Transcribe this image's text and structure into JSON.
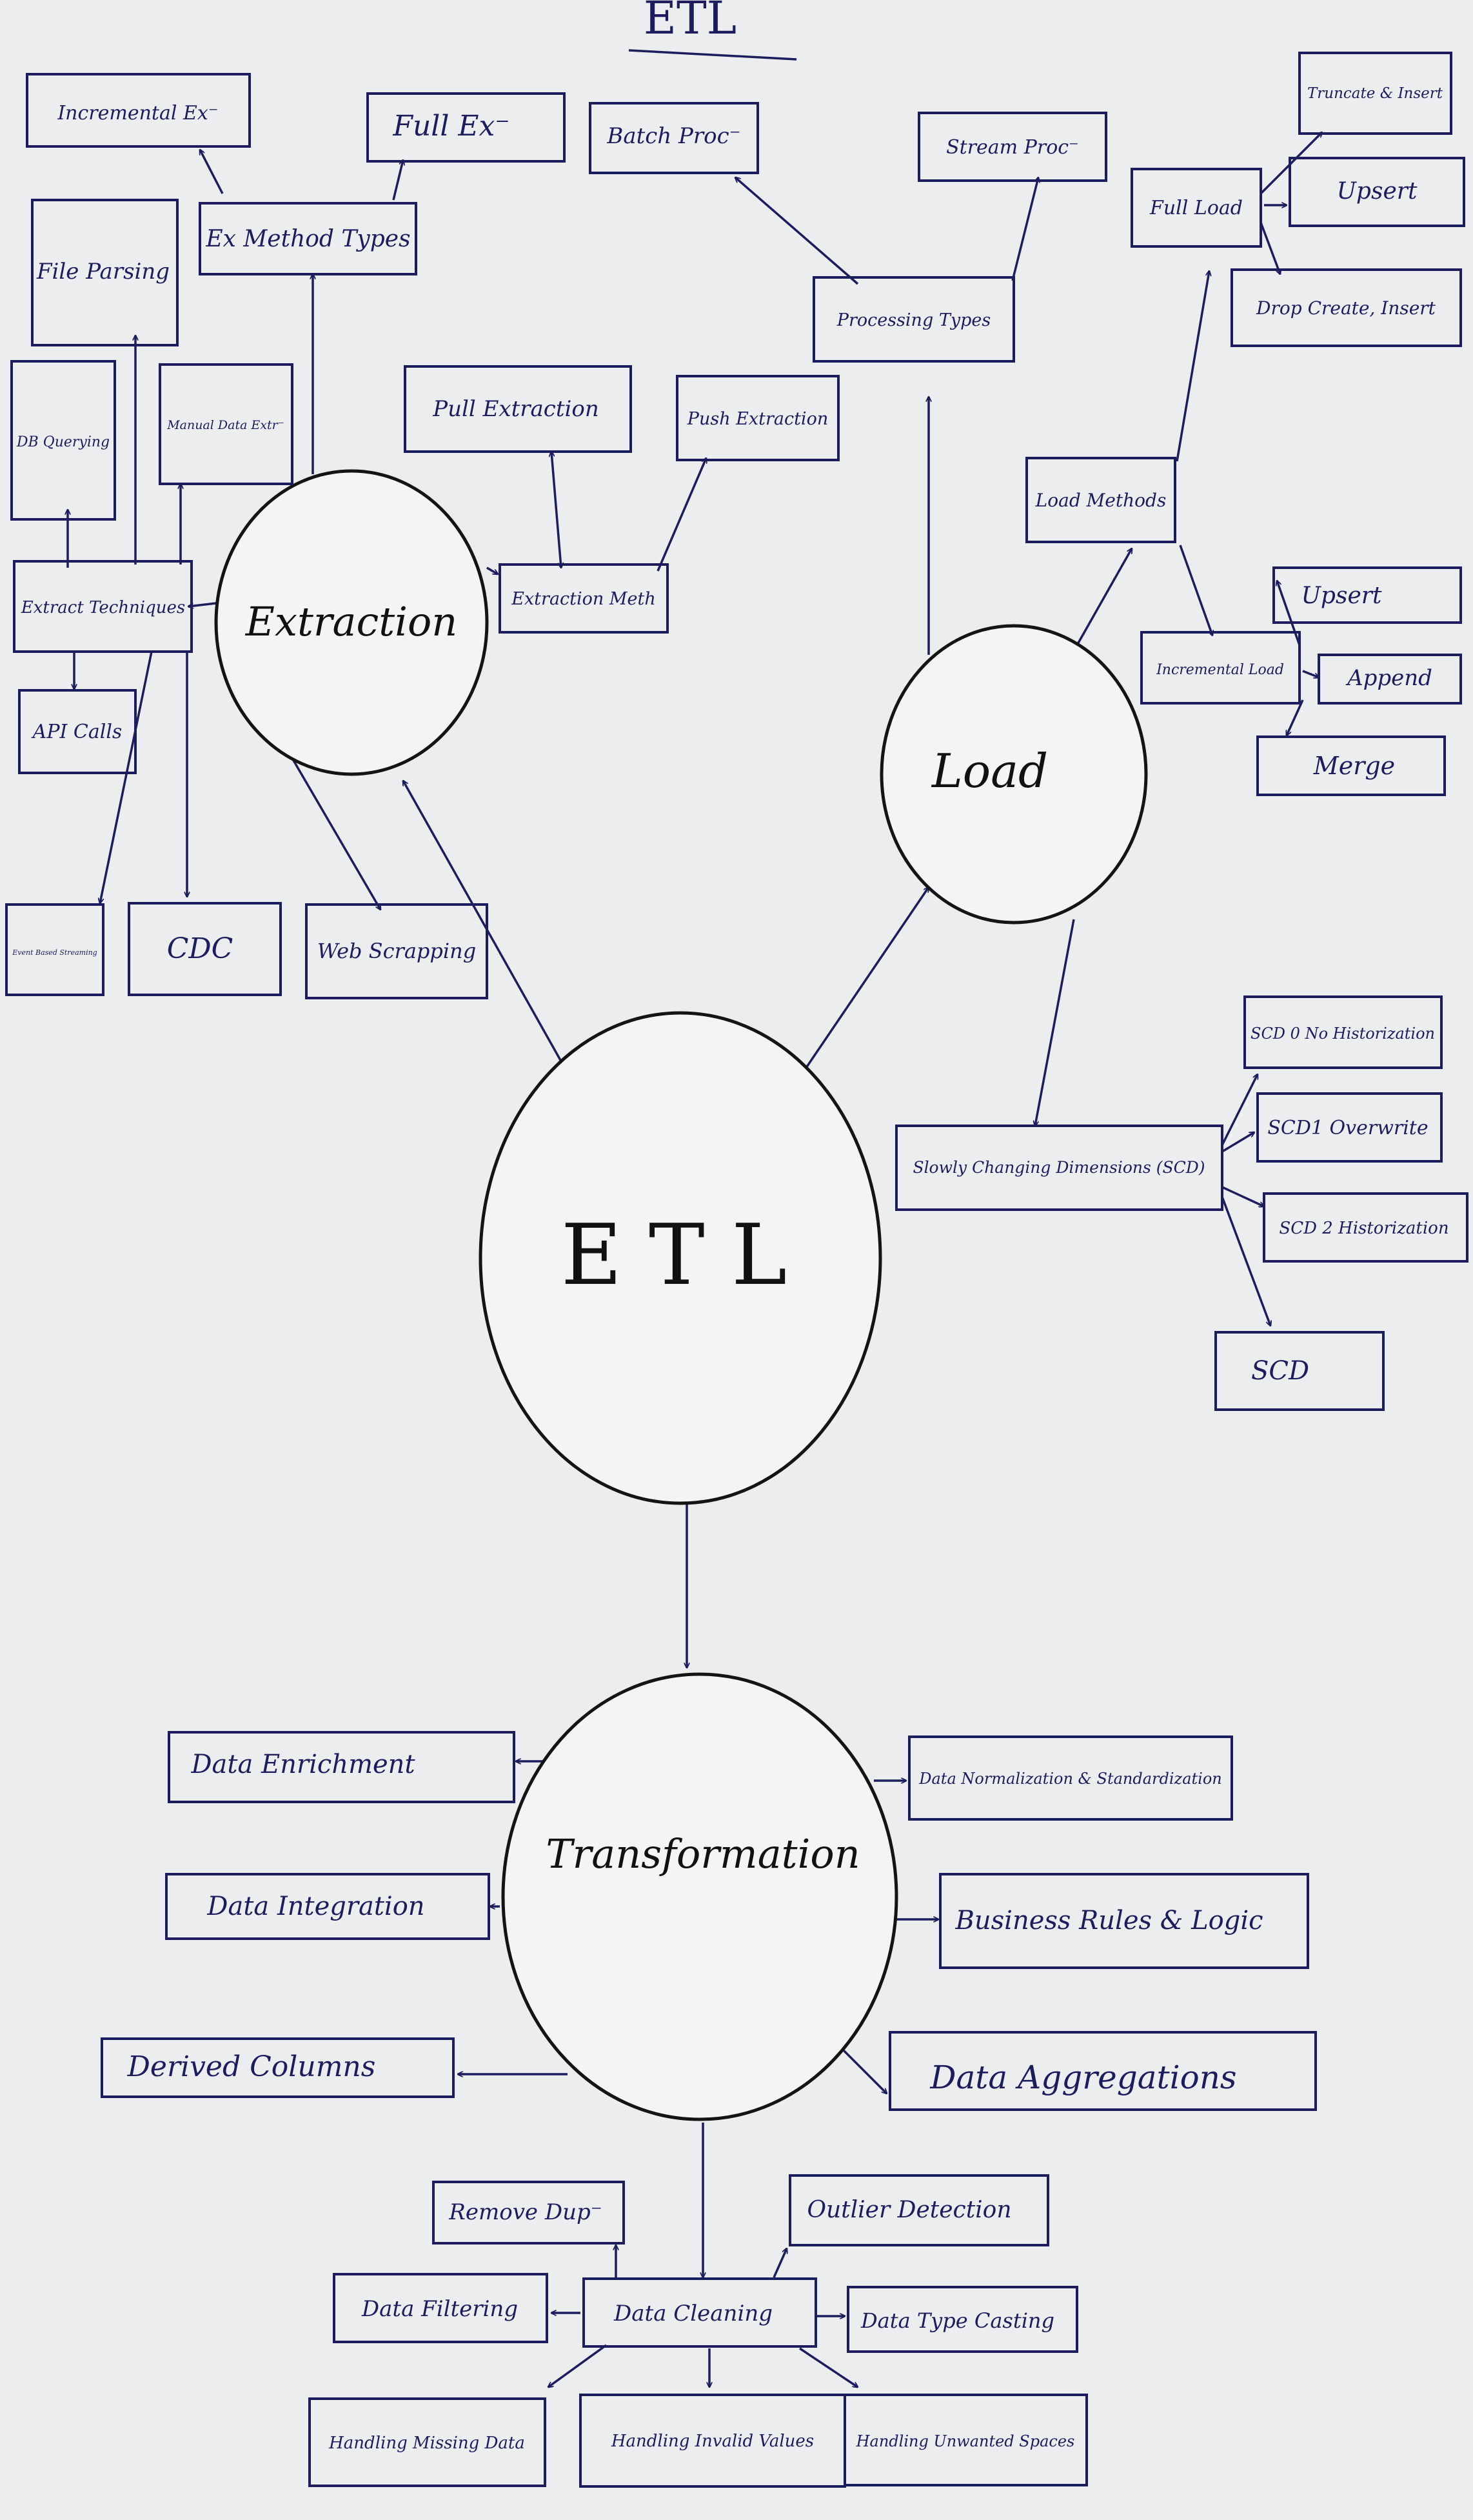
{
  "title": "ETL",
  "nodes": {
    "etl": "E T L",
    "extraction": "Extraction",
    "load": "Load",
    "transformation": "Transformation",
    "incremental_ex": "Incremental Ex⁻",
    "full_ex": "Full Ex⁻",
    "ex_method_types": "Ex Method Types",
    "file_parsing": "File Parsing",
    "db_querying": "DB Querying",
    "manual_data_extr": "Manual Data Extr⁻",
    "extract_techniques": "Extract Techniques",
    "api_calls": "API Calls",
    "event_based_streaming": "Event Based Streaming",
    "cdc": "CDC",
    "web_scrapping": "Web Scrapping",
    "pull_extraction": "Pull Extraction",
    "push_extraction": "Push Extraction",
    "extraction_meth": "Extraction Meth",
    "batch_proc": "Batch Proc⁻",
    "stream_proc": "Stream Proc⁻",
    "processing_types": "Processing Types",
    "truncate_insert": "Truncate & Insert",
    "upsert_1": "Upsert",
    "full_load": "Full Load",
    "drop_create_insert": "Drop Create, Insert",
    "load_methods": "Load Methods",
    "upsert_2": "Upsert",
    "incremental_load": "Incremental Load",
    "append": "Append",
    "merge": "Merge",
    "scd0": "SCD 0 No Historization",
    "scd1": "SCD1 Overwrite",
    "scd2": "SCD 2 Historization",
    "scd": "SCD",
    "slowly_changing_dimensions": "Slowly Changing Dimensions (SCD)",
    "data_enrichment": "Data Enrichment",
    "data_integration": "Data Integration",
    "derived_columns": "Derived Columns",
    "data_normalization": "Data Normalization & Standardization",
    "business_rules": "Business Rules & Logic",
    "data_aggregations": "Data Aggregations",
    "remove_dup": "Remove Dup⁻",
    "outlier_detection": "Outlier Detection",
    "data_filtering": "Data Filtering",
    "data_cleaning": "Data Cleaning",
    "data_type_casting": "Data Type Casting",
    "handling_missing_data": "Handling Missing Data",
    "handling_invalid_values": "Handling Invalid Values",
    "handling_unwanted_spaces": "Handling Unwanted Spaces"
  },
  "colors": {
    "ink": "#1c1d5c",
    "pen": "#141414",
    "paper": "#ecedef"
  }
}
